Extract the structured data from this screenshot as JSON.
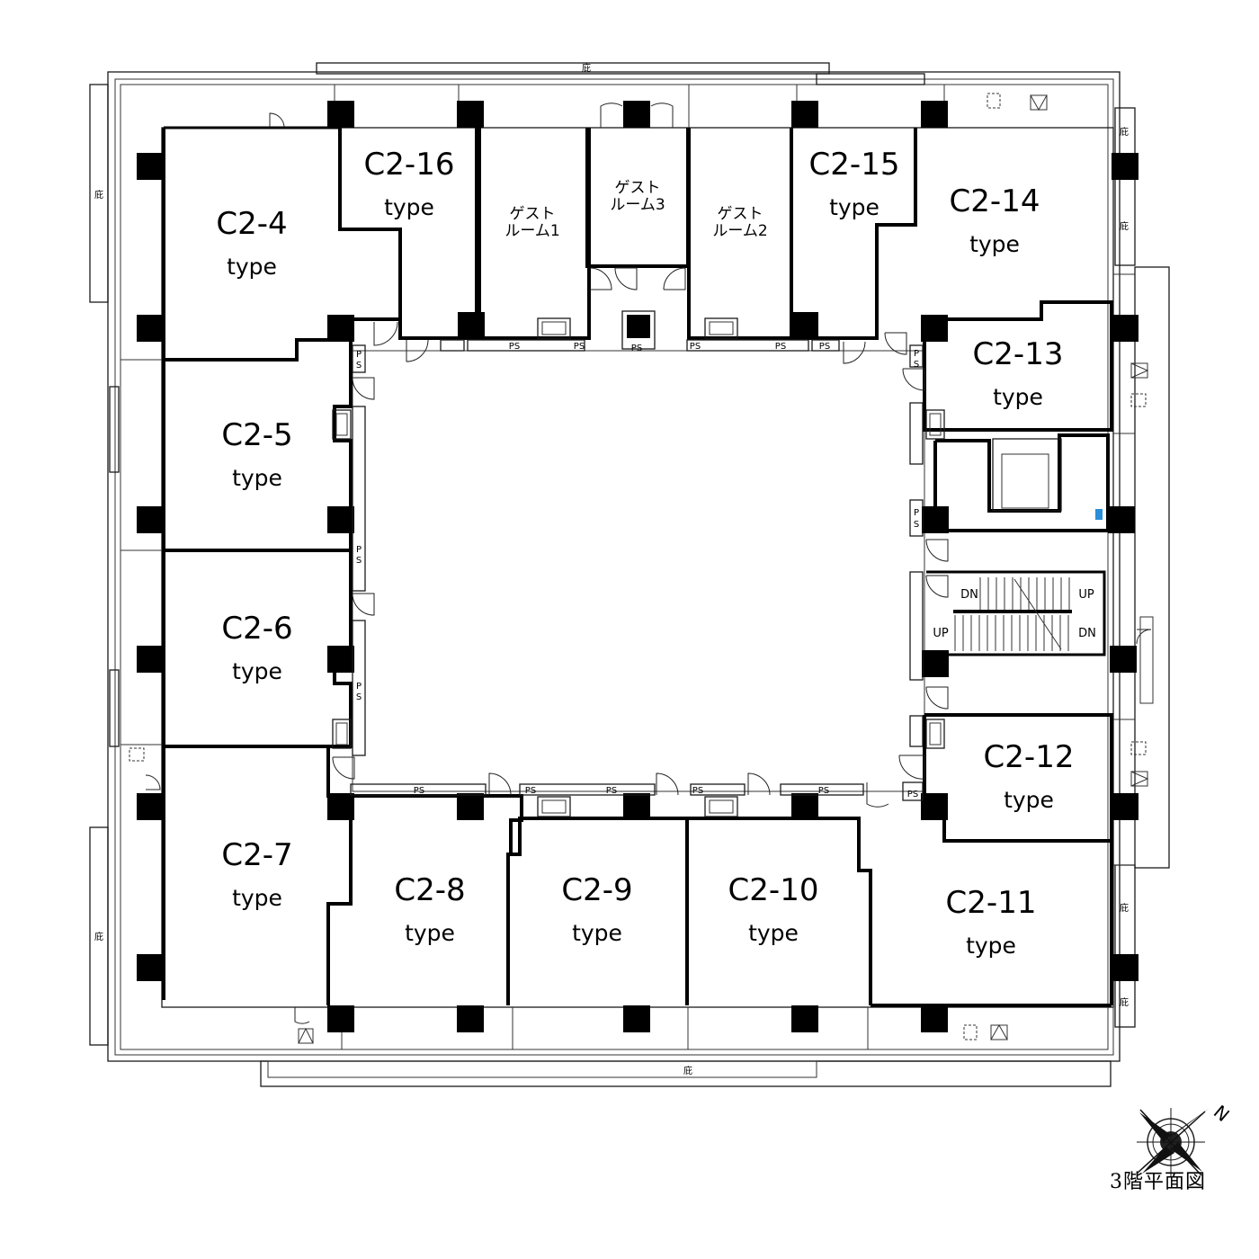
{
  "caption": "3階平面図",
  "compass_label": "N",
  "labels": {
    "eave": "庇",
    "ps": "PS",
    "ps_p": "P",
    "ps_s": "S",
    "up": "UP",
    "dn": "DN"
  },
  "units": [
    {
      "name": "C2-4",
      "type": "type"
    },
    {
      "name": "C2-5",
      "type": "type"
    },
    {
      "name": "C2-6",
      "type": "type"
    },
    {
      "name": "C2-7",
      "type": "type"
    },
    {
      "name": "C2-8",
      "type": "type"
    },
    {
      "name": "C2-9",
      "type": "type"
    },
    {
      "name": "C2-10",
      "type": "type"
    },
    {
      "name": "C2-11",
      "type": "type"
    },
    {
      "name": "C2-12",
      "type": "type"
    },
    {
      "name": "C2-13",
      "type": "type"
    },
    {
      "name": "C2-14",
      "type": "type"
    },
    {
      "name": "C2-15",
      "type": "type"
    },
    {
      "name": "C2-16",
      "type": "type"
    }
  ],
  "guest_rooms": [
    {
      "line1": "ゲスト",
      "line2": "ルーム1"
    },
    {
      "line1": "ゲスト",
      "line2": "ルーム2"
    },
    {
      "line1": "ゲスト",
      "line2": "ルーム3"
    }
  ]
}
